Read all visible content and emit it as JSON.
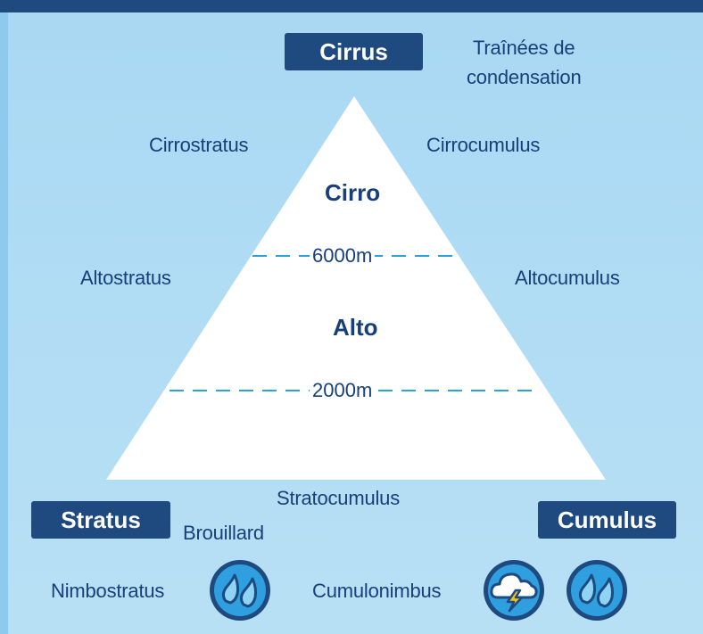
{
  "labels": {
    "trainees_line1": "Traînées de",
    "trainees_line2": "condensation",
    "cirrostratus": "Cirrostratus",
    "cirrocumulus": "Cirrocumulus",
    "altostratus": "Altostratus",
    "altocumulus": "Altocumulus",
    "stratocumulus": "Stratocumulus",
    "brouillard": "Brouillard",
    "nimbostratus": "Nimbostratus",
    "cumulonimbus": "Cumulonimbus"
  },
  "tags": {
    "cirrus": "Cirrus",
    "stratus": "Stratus",
    "cumulus": "Cumulus"
  },
  "levels": {
    "cirro": "Cirro",
    "alto": "Alto"
  },
  "altitudes": {
    "high": "6000m",
    "mid": "2000m"
  },
  "icons": {
    "nimbostratus": "rain-drops-icon",
    "cumulonimbus_storm": "thunderstorm-cloud-icon",
    "cumulonimbus_rain": "rain-drops-icon"
  },
  "colors": {
    "header": "#1f4a80",
    "text": "#173f7a",
    "dash": "#2aa3dc",
    "background": "#b3ddf4",
    "badge_fill": "#2f9fe0",
    "lightning": "#f2c21b"
  }
}
